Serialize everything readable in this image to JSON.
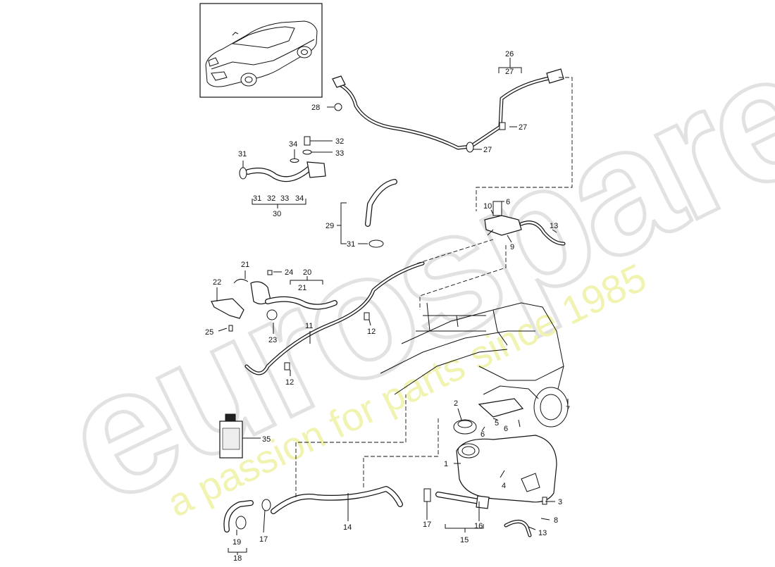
{
  "watermark": {
    "brand": "eurospares",
    "tagline": "a passion for parts since 1985"
  },
  "callouts": {
    "c1": "1",
    "c2": "2",
    "c3": "3",
    "c4": "4",
    "c5": "5",
    "c6a": "6",
    "c6b": "6",
    "c6c": "6",
    "c7": "7",
    "c8": "8",
    "c9": "9",
    "c10": "10",
    "c11": "11",
    "c12a": "12",
    "c12b": "12",
    "c13a": "13",
    "c13b": "13",
    "c14": "14",
    "c15": "15",
    "c16": "16",
    "c17a": "17",
    "c17b": "17",
    "c18": "18",
    "c19": "19",
    "c20": "20",
    "c21a": "21",
    "c21b": "21",
    "c22": "22",
    "c23": "23",
    "c24": "24",
    "c25": "25",
    "c26": "26",
    "c27a": "27",
    "c27b": "27",
    "c27c": "27",
    "c28": "28",
    "c29": "29",
    "c30": "30",
    "c31a": "31",
    "c31b": "31",
    "c31c": "31",
    "c32a": "32",
    "c32b": "32",
    "c33a": "33",
    "c33b": "33",
    "c34a": "34",
    "c34b": "34",
    "c35": "35"
  }
}
